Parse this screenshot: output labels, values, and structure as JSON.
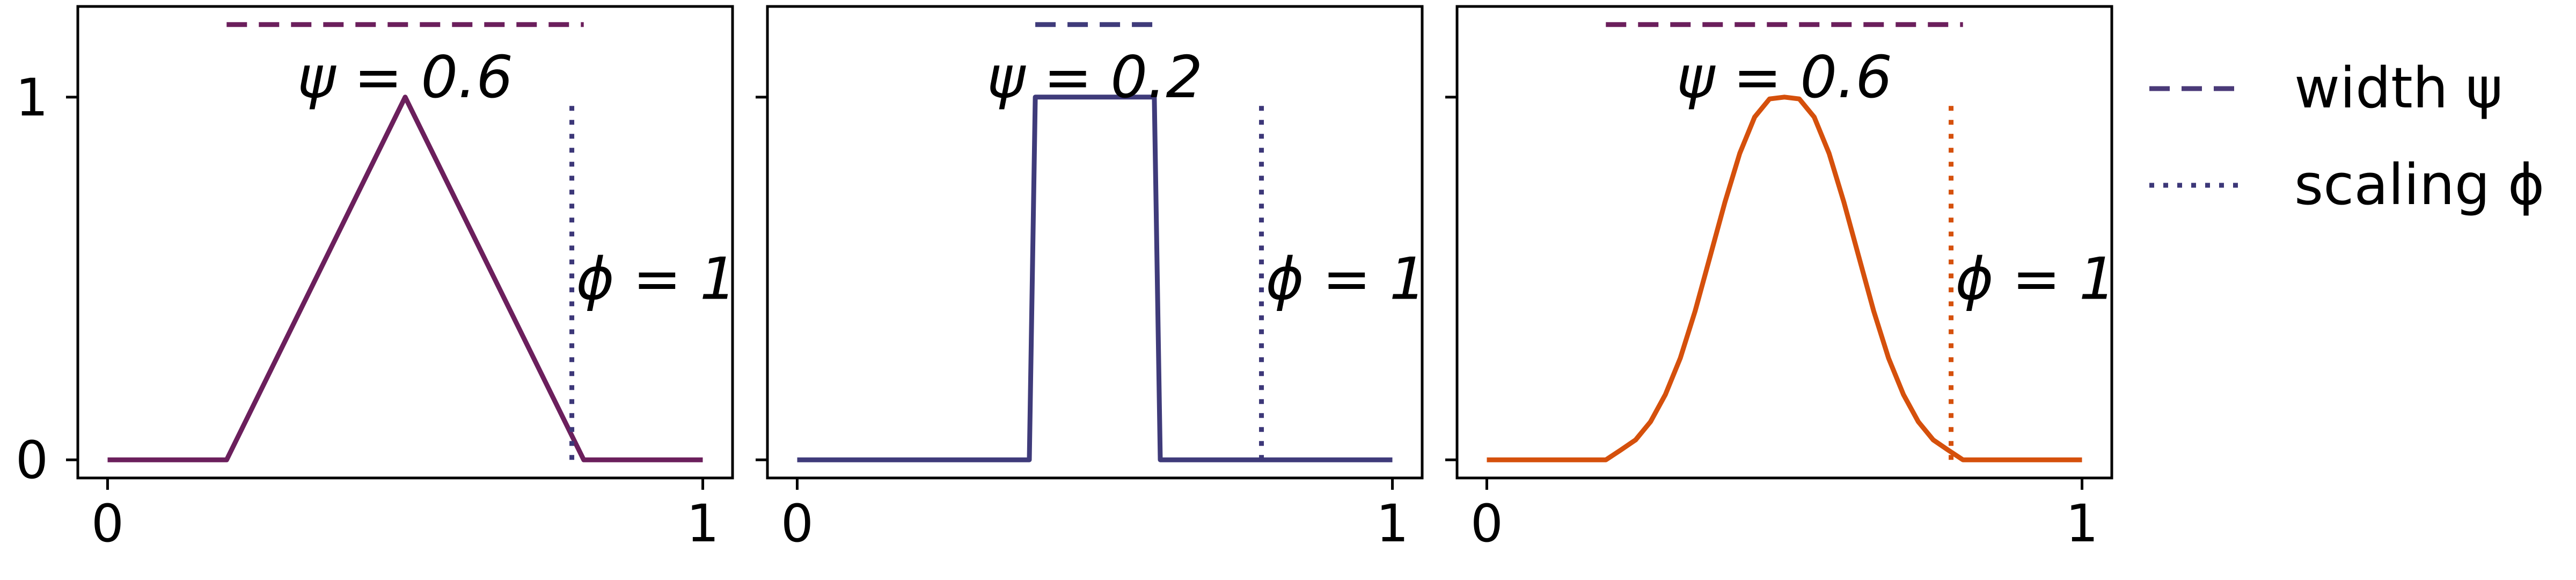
{
  "colors": {
    "triangle": "#6b1f5c",
    "box": "#3f3b7a",
    "smooth": "#d5500c",
    "width_marker": "#5a2560",
    "scaling_marker": "#3c3778"
  },
  "legend": {
    "placement": "right",
    "items": [
      {
        "label": "width ψ",
        "style": "dashed",
        "color": "#4a3a78"
      },
      {
        "label": "scaling ϕ",
        "style": "dotted",
        "color": "#3c3778"
      }
    ]
  },
  "chart_data": [
    {
      "type": "line",
      "series": [
        {
          "color": "#6b1f5c",
          "x": [
            0,
            0.2,
            0.5,
            0.8,
            1.0
          ],
          "y": [
            0,
            0,
            1,
            0,
            0
          ]
        }
      ],
      "xlim": [
        -0.05,
        1.05
      ],
      "ylim": [
        -0.05,
        1.25
      ],
      "xticks": [
        0,
        1
      ],
      "xtick_labels": [
        "0",
        "1"
      ],
      "yticks": [
        0,
        1
      ],
      "ytick_labels": [
        "0",
        "1"
      ],
      "width_marker": {
        "x_start": 0.2,
        "x_end": 0.8,
        "y": 1.2,
        "style": "dashed",
        "color": "#6b1f5c"
      },
      "width_label": "ψ = 0.6",
      "scaling_marker": {
        "x": 0.78,
        "y_start": 0,
        "y_end": 1,
        "style": "dotted",
        "color": "#3c3778"
      },
      "scaling_label": "ϕ = 1"
    },
    {
      "type": "line",
      "series": [
        {
          "color": "#3f3b7a",
          "x": [
            0,
            0.39,
            0.4,
            0.6,
            0.61,
            1.0
          ],
          "y": [
            0,
            0,
            1,
            1,
            0,
            0
          ]
        }
      ],
      "xlim": [
        -0.05,
        1.05
      ],
      "ylim": [
        -0.05,
        1.25
      ],
      "xticks": [
        0,
        1
      ],
      "xtick_labels": [
        "0",
        "1"
      ],
      "yticks": [
        0,
        1
      ],
      "ytick_labels": [
        "",
        ""
      ],
      "width_marker": {
        "x_start": 0.4,
        "x_end": 0.6,
        "y": 1.2,
        "style": "dashed",
        "color": "#3f3b7a"
      },
      "width_label": "ψ = 0.2",
      "scaling_marker": {
        "x": 0.78,
        "y_start": 0,
        "y_end": 1,
        "style": "dotted",
        "color": "#3c3778"
      },
      "scaling_label": "ϕ = 1"
    },
    {
      "type": "line",
      "series": [
        {
          "color": "#d5500c",
          "x": [
            0,
            0.05,
            0.1,
            0.15,
            0.2,
            0.225,
            0.25,
            0.275,
            0.3,
            0.325,
            0.35,
            0.375,
            0.4,
            0.425,
            0.45,
            0.475,
            0.5,
            0.525,
            0.55,
            0.575,
            0.6,
            0.625,
            0.65,
            0.675,
            0.7,
            0.725,
            0.75,
            0.775,
            0.8,
            0.85,
            0.9,
            0.95,
            1.0
          ],
          "y": [
            0,
            0,
            0,
            0,
            0,
            0.027,
            0.055,
            0.105,
            0.18,
            0.28,
            0.41,
            0.56,
            0.71,
            0.845,
            0.945,
            0.995,
            1.0,
            0.995,
            0.945,
            0.845,
            0.71,
            0.56,
            0.41,
            0.28,
            0.18,
            0.105,
            0.055,
            0.027,
            0,
            0,
            0,
            0,
            0
          ]
        }
      ],
      "xlim": [
        -0.05,
        1.05
      ],
      "ylim": [
        -0.05,
        1.25
      ],
      "xticks": [
        0,
        1
      ],
      "xtick_labels": [
        "0",
        "1"
      ],
      "yticks": [
        0,
        1
      ],
      "ytick_labels": [
        "",
        ""
      ],
      "width_marker": {
        "x_start": 0.2,
        "x_end": 0.8,
        "y": 1.2,
        "style": "dashed",
        "color": "#6b1f5c"
      },
      "width_label": "ψ = 0.6",
      "scaling_marker": {
        "x": 0.78,
        "y_start": 0,
        "y_end": 1,
        "style": "dotted",
        "color": "#d5500c"
      },
      "scaling_label": "ϕ = 1"
    }
  ]
}
